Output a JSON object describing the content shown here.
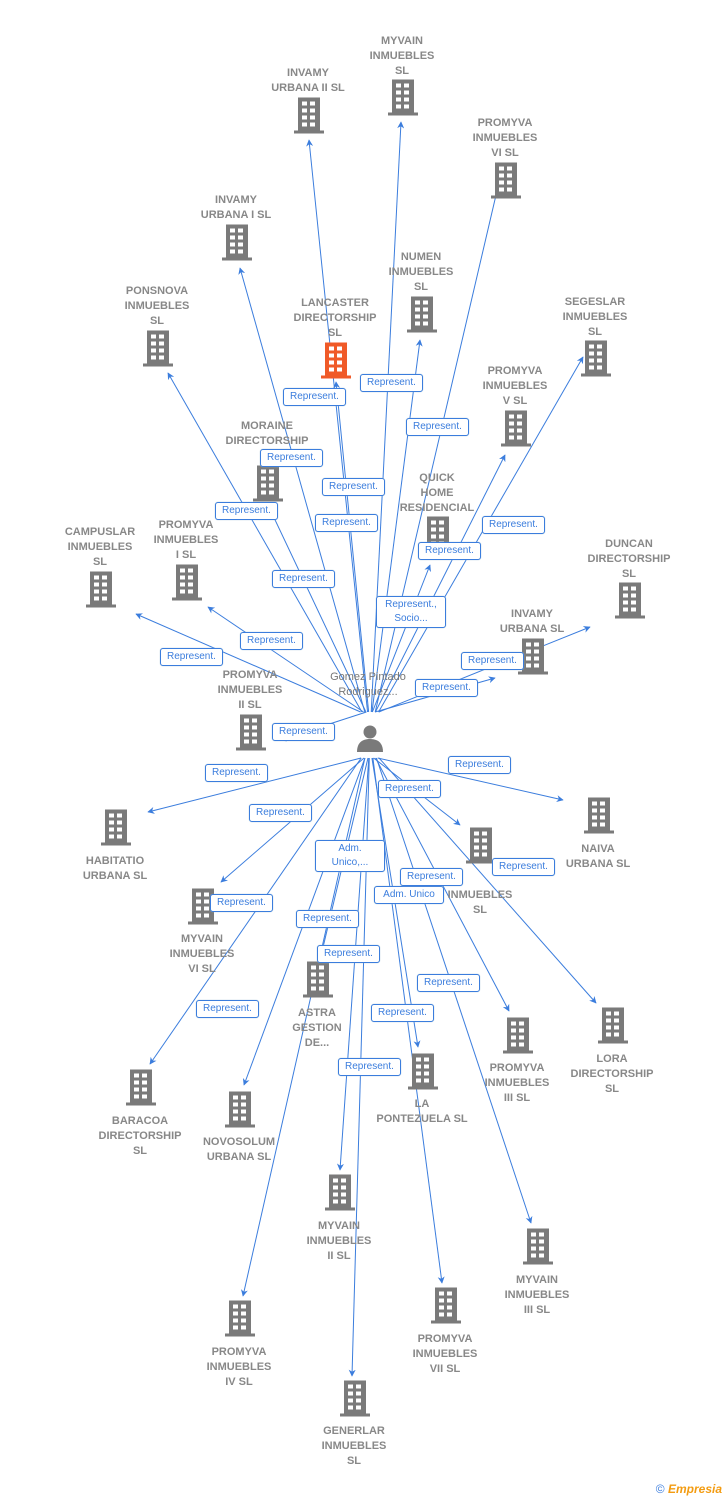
{
  "colors": {
    "edge": "#3b7ddd",
    "building": "#7a7a7a",
    "highlight": "#f05a28",
    "label": "#888888"
  },
  "center": {
    "name": "Gomez Pintado Rodriguez...",
    "icon": "person-icon"
  },
  "nodes": [
    {
      "id": "myvain-inmuebles-sl",
      "lines": [
        "MYVAIN",
        "INMUEBLES",
        "SL"
      ]
    },
    {
      "id": "invamy-urbana-ii-sl",
      "lines": [
        "INVAMY",
        "URBANA II  SL"
      ]
    },
    {
      "id": "promyva-inmuebles-vi-sl",
      "lines": [
        "PROMYVA",
        "INMUEBLES",
        "VI  SL"
      ]
    },
    {
      "id": "invamy-urbana-i-sl",
      "lines": [
        "INVAMY",
        "URBANA I  SL"
      ]
    },
    {
      "id": "numen-inmuebles-sl",
      "lines": [
        "NUMEN",
        "INMUEBLES",
        "SL"
      ]
    },
    {
      "id": "ponsnova-inmuebles-sl",
      "lines": [
        "PONSNOVA",
        "INMUEBLES",
        "SL"
      ]
    },
    {
      "id": "lancaster-directorship-sl",
      "lines": [
        "LANCASTER",
        "DIRECTORSHIP",
        "SL"
      ],
      "highlight": true
    },
    {
      "id": "segeslar-inmuebles-sl",
      "lines": [
        "SEGESLAR",
        "INMUEBLES",
        "SL"
      ]
    },
    {
      "id": "promyva-inmuebles-v-sl",
      "lines": [
        "PROMYVA",
        "INMUEBLES",
        "V  SL"
      ]
    },
    {
      "id": "moraine-directorship",
      "lines": [
        "MORAINE",
        "DIRECTORSHIP"
      ]
    },
    {
      "id": "quick-home-residencial",
      "lines": [
        "QUICK",
        "HOME",
        "RESIDENCIAL"
      ]
    },
    {
      "id": "campuslar-inmuebles-sl",
      "lines": [
        "CAMPUSLAR",
        "INMUEBLES",
        "SL"
      ]
    },
    {
      "id": "promyva-inmuebles-i-sl",
      "lines": [
        "PROMYVA",
        "INMUEBLES",
        "I  SL"
      ]
    },
    {
      "id": "duncan-directorship-sl",
      "lines": [
        "DUNCAN",
        "DIRECTORSHIP",
        "SL"
      ]
    },
    {
      "id": "invamy-urbana-sl",
      "lines": [
        "INVAMY",
        "URBANA  SL"
      ]
    },
    {
      "id": "promyva-inmuebles-ii-sl",
      "lines": [
        "PROMYVA",
        "INMUEBLES",
        "II  SL"
      ]
    },
    {
      "id": "habitatio-urbana-sl",
      "lines": [
        "HABITATIO",
        "URBANA  SL"
      ]
    },
    {
      "id": "naiva-urbana-sl",
      "lines": [
        "NAIVA",
        "URBANA  SL"
      ]
    },
    {
      "id": "inmuebles-sl",
      "lines": [
        "INMUEBLES",
        "SL"
      ]
    },
    {
      "id": "myvain-inmuebles-vi-sl",
      "lines": [
        "MYVAIN",
        "INMUEBLES",
        "VI  SL"
      ]
    },
    {
      "id": "astra-gestion-de",
      "lines": [
        "ASTRA",
        "GESTION",
        "DE..."
      ]
    },
    {
      "id": "lora-directorship-sl",
      "lines": [
        "LORA",
        "DIRECTORSHIP",
        "SL"
      ]
    },
    {
      "id": "promyva-inmuebles-iii-sl",
      "lines": [
        "PROMYVA",
        "INMUEBLES",
        "III  SL"
      ]
    },
    {
      "id": "baracoa-directorship-sl",
      "lines": [
        "BARACOA",
        "DIRECTORSHIP",
        "SL"
      ]
    },
    {
      "id": "la-pontezuela-sl",
      "lines": [
        "LA",
        "PONTEZUELA SL"
      ]
    },
    {
      "id": "novosolum-urbana-sl",
      "lines": [
        "NOVOSOLUM",
        "URBANA  SL"
      ]
    },
    {
      "id": "myvain-inmuebles-ii-sl",
      "lines": [
        "MYVAIN",
        "INMUEBLES",
        "II  SL"
      ]
    },
    {
      "id": "myvain-inmuebles-iii-sl",
      "lines": [
        "MYVAIN",
        "INMUEBLES",
        "III  SL"
      ]
    },
    {
      "id": "promyva-inmuebles-vii-sl",
      "lines": [
        "PROMYVA",
        "INMUEBLES",
        "VII  SL"
      ]
    },
    {
      "id": "promyva-inmuebles-iv-sl",
      "lines": [
        "PROMYVA",
        "INMUEBLES",
        "IV  SL"
      ]
    },
    {
      "id": "generlar-inmuebles-sl",
      "lines": [
        "GENERLAR",
        "INMUEBLES",
        "SL"
      ]
    }
  ],
  "roles": [
    "Represent.",
    "Represent.",
    "Represent.",
    "Represent.",
    "Represent.",
    "Represent.",
    "Represent.",
    "Represent.",
    "Represent.",
    "Represent.",
    "Represent., Socio...",
    "Represent.",
    "Represent.",
    "Represent.",
    "Represent.",
    "Represent.",
    "Represent.",
    "Represent.",
    "Represent.",
    "Represent.",
    "Adm. Unico,...",
    "Adm. Unico",
    "Represent.",
    "Represent.",
    "Represent.",
    "Represent.",
    "Represent.",
    "Represent.",
    "Represent.",
    "Represent.",
    "Represent."
  ],
  "footer": {
    "copyright": "©",
    "brand": "Empresia"
  }
}
